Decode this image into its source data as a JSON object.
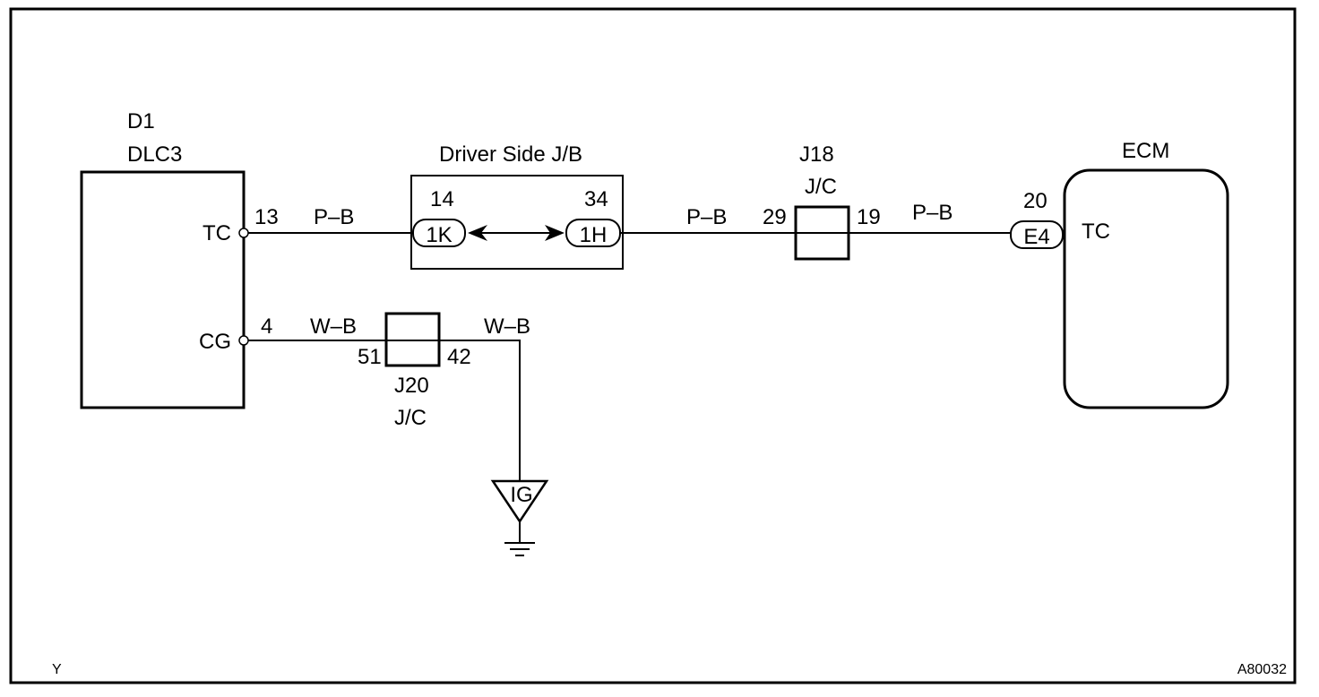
{
  "dlc3": {
    "code": "D1",
    "name": "DLC3",
    "pin_tc": "TC",
    "pin_cg": "CG"
  },
  "driver_jb": {
    "name": "Driver Side J/B",
    "pin_left": "14",
    "pin_right": "34",
    "conn_left": "1K",
    "conn_right": "1H"
  },
  "j18": {
    "code": "J18",
    "type": "J/C",
    "pin_left": "29",
    "pin_right": "19"
  },
  "j20": {
    "code": "J20",
    "type": "J/C",
    "pin_left": "51",
    "pin_right": "42"
  },
  "ecm": {
    "name": "ECM",
    "pin_no": "20",
    "connector": "E4",
    "pin_name": "TC"
  },
  "wires": {
    "tc_pin": "13",
    "tc_color1": "P–B",
    "tc_color2": "P–B",
    "tc_color3": "P–B",
    "cg_pin": "4",
    "cg_color1": "W–B",
    "cg_color2": "W–B"
  },
  "ground": {
    "label": "IG"
  },
  "footer": {
    "left": "Y",
    "right": "A80032"
  }
}
